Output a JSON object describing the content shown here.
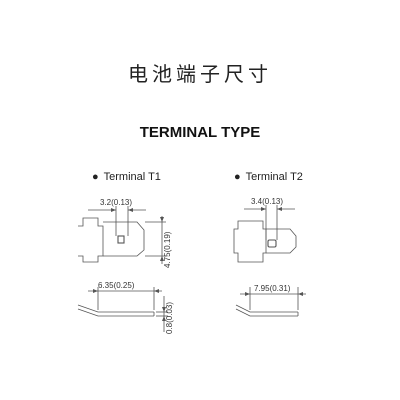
{
  "title": "电池端子尺寸",
  "section_title": "TERMINAL TYPE",
  "terminals": [
    {
      "bullet": "●",
      "label": "Terminal T1",
      "dims": {
        "width": "3.2(0.13)",
        "height": "4.75(0.19)",
        "length": "6.35(0.25)",
        "thickness": "0.8(0.03)"
      }
    },
    {
      "bullet": "●",
      "label": "Terminal T2",
      "dims": {
        "width": "3.4(0.13)",
        "length": "7.95(0.31)"
      }
    }
  ],
  "colors": {
    "line": "#555555",
    "text": "#222222"
  }
}
